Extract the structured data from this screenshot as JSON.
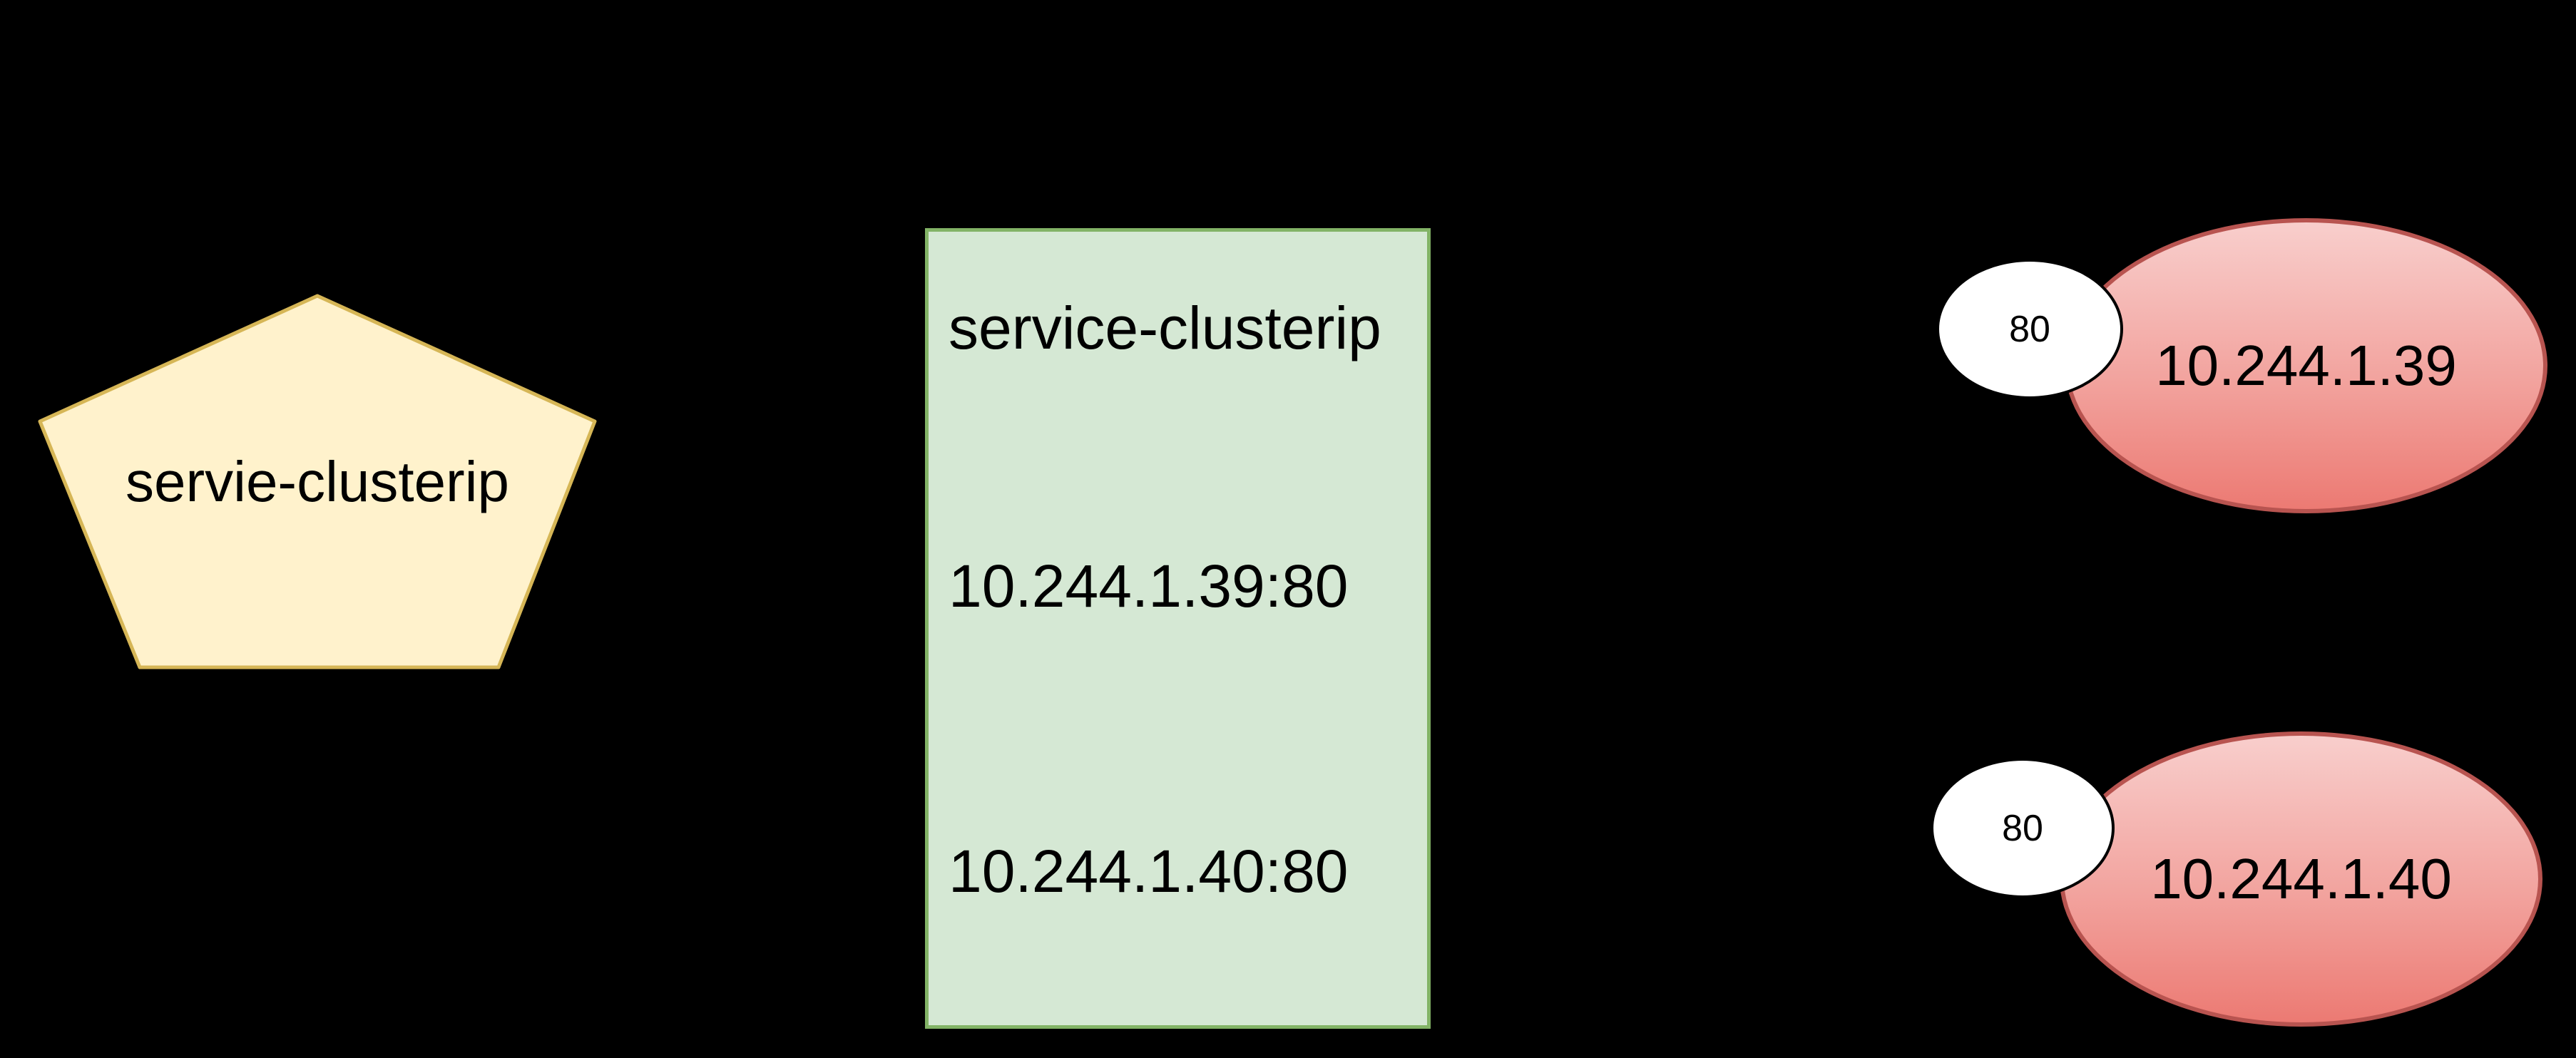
{
  "diagram": {
    "background_color": "#000000",
    "service_pentagon": {
      "label": "servie-clusterip",
      "fill": "#FFF2CC",
      "stroke": "#D6B656"
    },
    "endpoints_box": {
      "title": "service-clusterip",
      "rows": [
        "10.244.1.39:80",
        "10.244.1.40:80"
      ],
      "fill": "#D5E8D4",
      "stroke": "#82B366"
    },
    "pods": [
      {
        "ip": "10.244.1.39",
        "port": "80"
      },
      {
        "ip": "10.244.1.40",
        "port": "80"
      }
    ],
    "pod_style": {
      "fill_top": "#F8CECC",
      "fill_bottom": "#EC7A73",
      "stroke": "#B85450",
      "port_fill": "#FFFFFF",
      "port_stroke": "#000000"
    }
  }
}
